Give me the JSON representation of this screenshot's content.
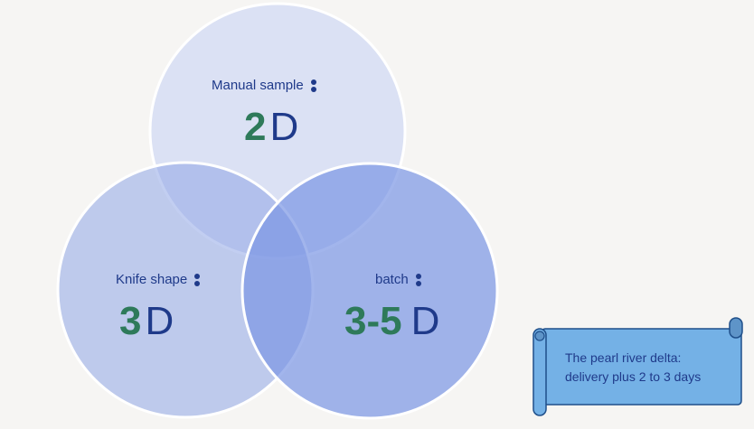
{
  "circles": [
    {
      "label": "Manual sample",
      "number": "2",
      "unit": "D"
    },
    {
      "label": "Knife shape",
      "number": "3",
      "unit": "D"
    },
    {
      "label": "batch",
      "number": "3-5",
      "unit": "D"
    }
  ],
  "note": {
    "line1": "The pearl river delta:",
    "line2": "delivery plus 2 to 3 days"
  },
  "colors": {
    "top": "#dbe1f4",
    "left": "#b3c2ee",
    "right": "#98aee8",
    "number": "#2e7a5a",
    "text": "#1f3a8a",
    "scroll": "#74b1e6"
  }
}
